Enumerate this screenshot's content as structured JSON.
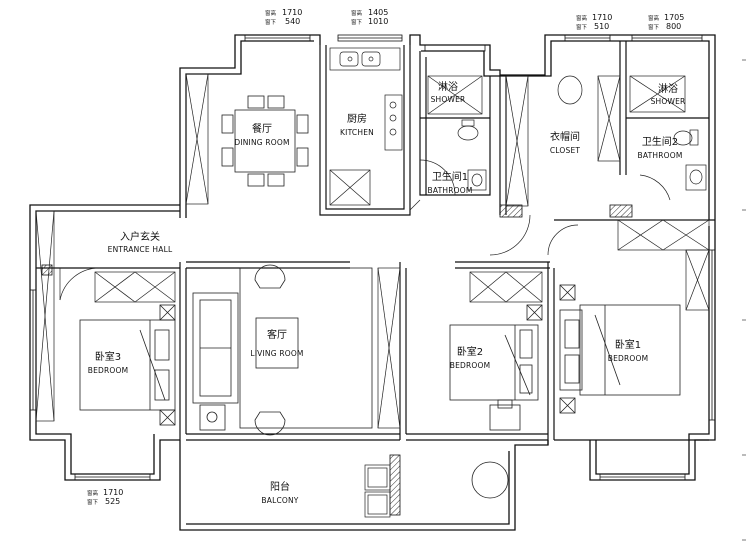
{
  "rooms": {
    "dining": {
      "cn": "餐厅",
      "en": "DINING ROOM"
    },
    "kitchen": {
      "cn": "厨房",
      "en": "KITCHEN"
    },
    "shower1": {
      "cn": "淋浴",
      "en": "SHOWER"
    },
    "bath1": {
      "cn": "卫生间1",
      "en": "BATHROOM"
    },
    "closet": {
      "cn": "衣帽间",
      "en": "CLOSET"
    },
    "shower2": {
      "cn": "淋浴",
      "en": "SHOWER"
    },
    "bath2": {
      "cn": "卫生间2",
      "en": "BATHROOM"
    },
    "entrance": {
      "cn": "入户玄关",
      "en": "ENTRANCE HALL"
    },
    "living": {
      "cn": "客厅",
      "en": "LIVING ROOM"
    },
    "bed3": {
      "cn": "卧室3",
      "en": "BEDROOM"
    },
    "bed2": {
      "cn": "卧室2",
      "en": "BEDROOM"
    },
    "bed1": {
      "cn": "卧室1",
      "en": "BEDROOM"
    },
    "balcony": {
      "cn": "阳台",
      "en": "BALCONY"
    }
  },
  "windows": [
    {
      "id": "w1",
      "w_label": "窗高",
      "w": "1710",
      "s_label": "窗下",
      "s": "540"
    },
    {
      "id": "w2",
      "w_label": "窗高",
      "w": "1405",
      "s_label": "窗下",
      "s": "1010"
    },
    {
      "id": "w3",
      "w_label": "窗高",
      "w": "1710",
      "s_label": "窗下",
      "s": "510"
    },
    {
      "id": "w4",
      "w_label": "窗高",
      "w": "1705",
      "s_label": "窗下",
      "s": "800"
    },
    {
      "id": "w5",
      "w_label": "窗高",
      "w": "1710",
      "s_label": "窗下",
      "s": "525"
    }
  ]
}
